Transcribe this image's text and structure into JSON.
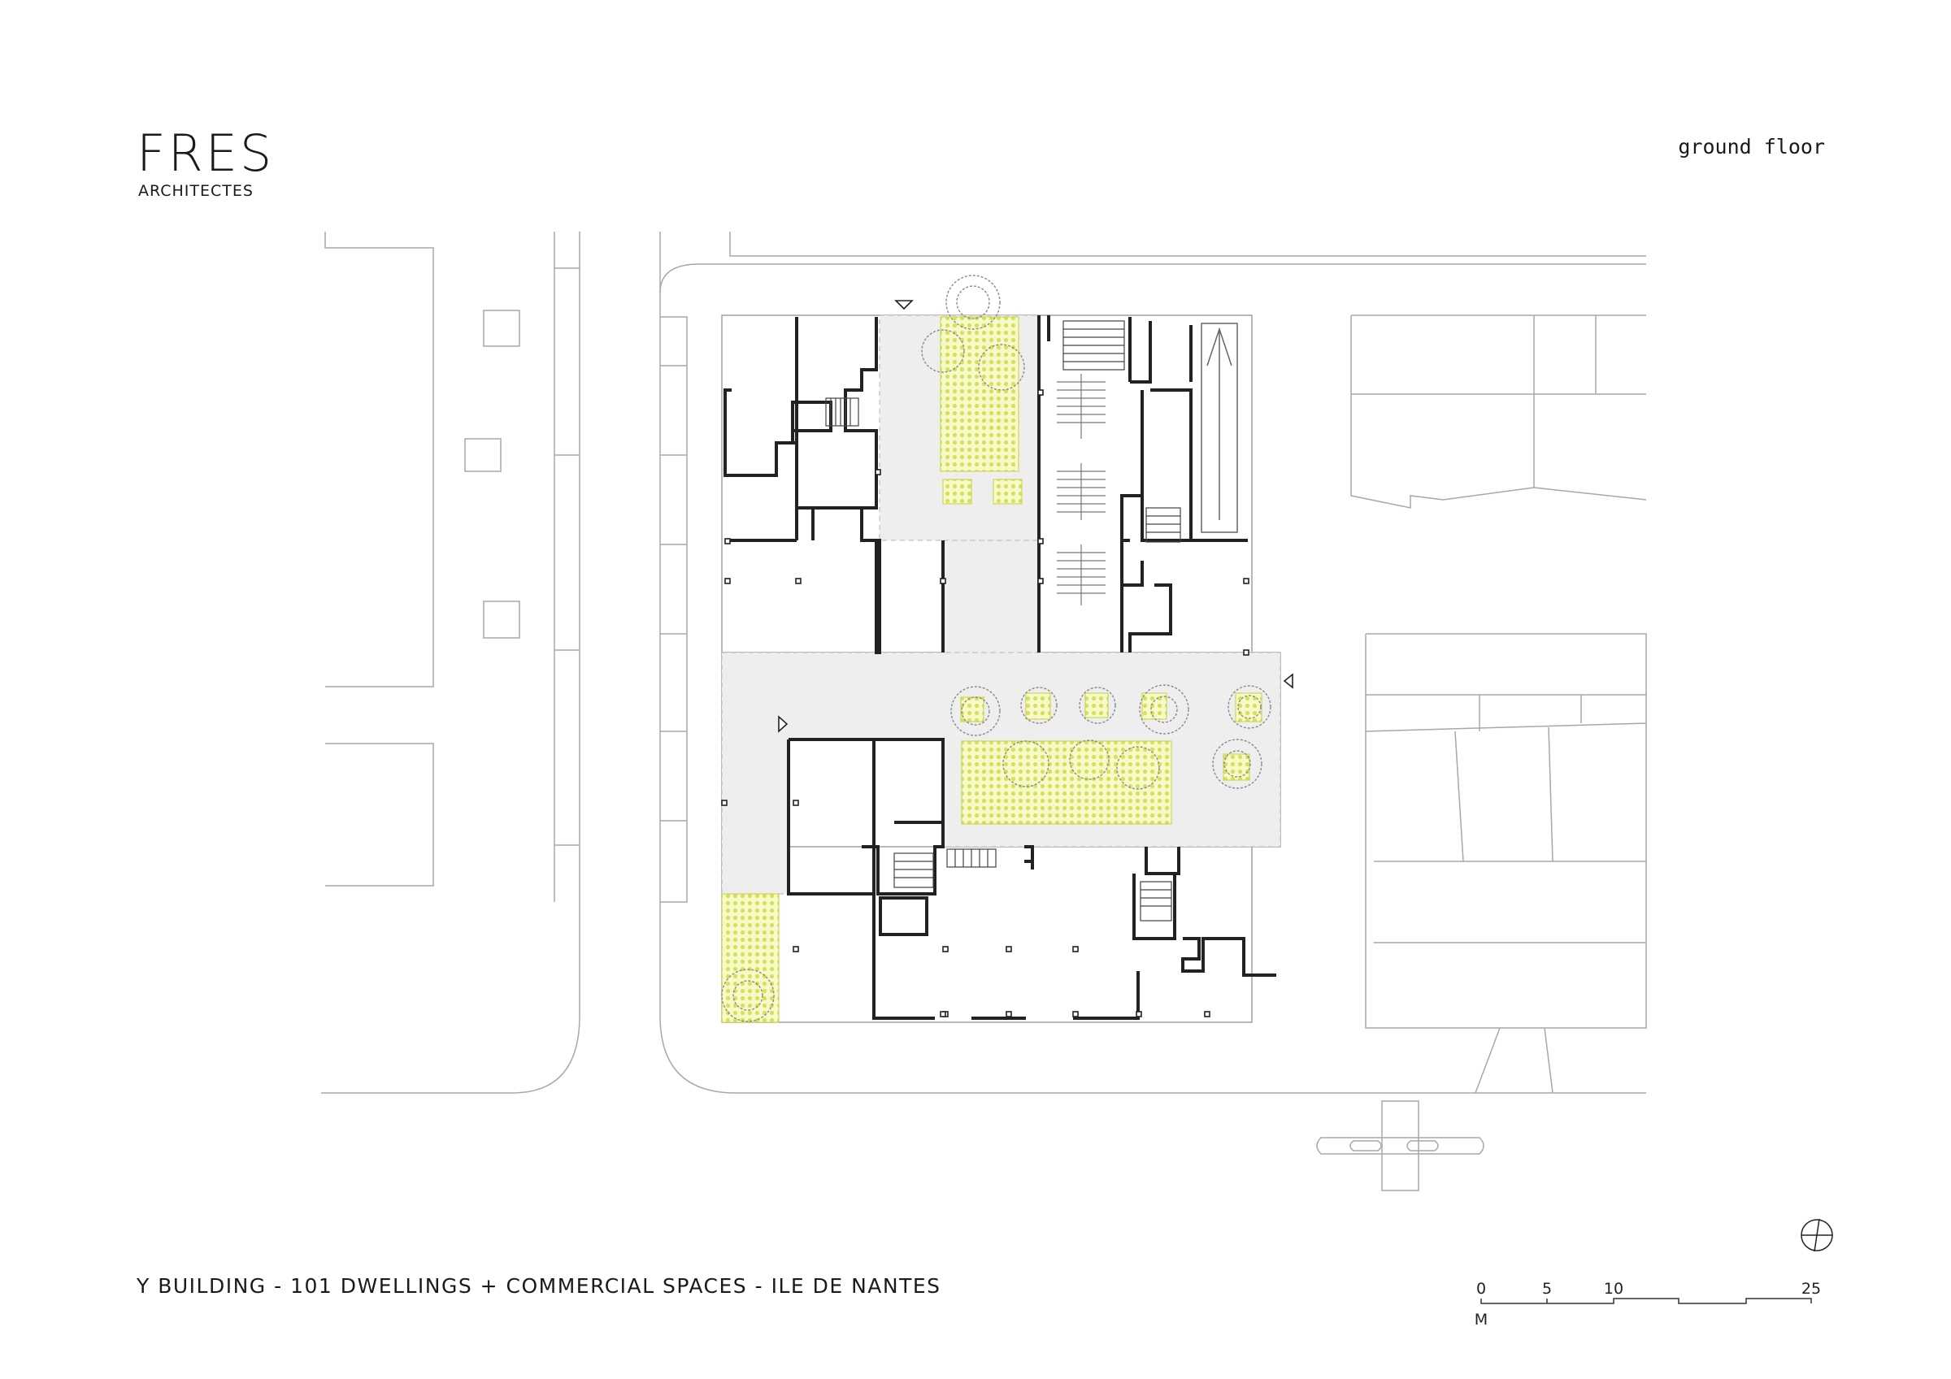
{
  "header": {
    "logo": "FRES",
    "logo_sub": "ARCHITECTES",
    "sheet_title": "ground floor"
  },
  "footer": {
    "project_title": "Y BUILDING - 101 DWELLINGS + COMMERCIAL SPACES - ILE DE NANTES"
  },
  "scale_bar": {
    "labels": [
      "0",
      "5",
      "10",
      "25"
    ],
    "unit": "M"
  },
  "colors": {
    "line": "#9a9a9a",
    "wall": "#222222",
    "courtyard": "#eeeeee",
    "planting": "#dfe86a",
    "tree": "#8a8a8a"
  },
  "icons": [
    "north-arrow-icon",
    "entrance-arrow-icon",
    "tree-icon"
  ]
}
